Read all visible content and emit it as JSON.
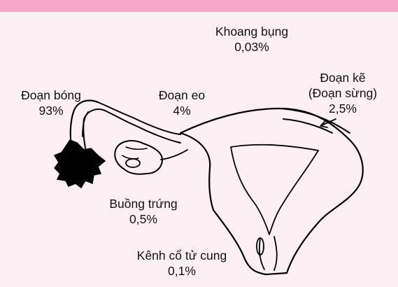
{
  "labels": {
    "abdominal": {
      "name": "Khoang bụng",
      "value": "0,03%"
    },
    "ampulla": {
      "name": "Đoạn bóng",
      "value": "93%"
    },
    "isthmus": {
      "name": "Đoạn eo",
      "value": "4%"
    },
    "interstitial": {
      "name": "Đoạn kẽ",
      "name2": "(Đoạn sừng)",
      "value": "2,5%"
    },
    "ovary": {
      "name": "Buồng trứng",
      "value": "0,5%"
    },
    "cervix": {
      "name": "Kênh cổ tử cung",
      "value": "0,1%"
    }
  },
  "colors": {
    "accent_bar": "#f4a8c8",
    "background": "#fcf0f5"
  }
}
